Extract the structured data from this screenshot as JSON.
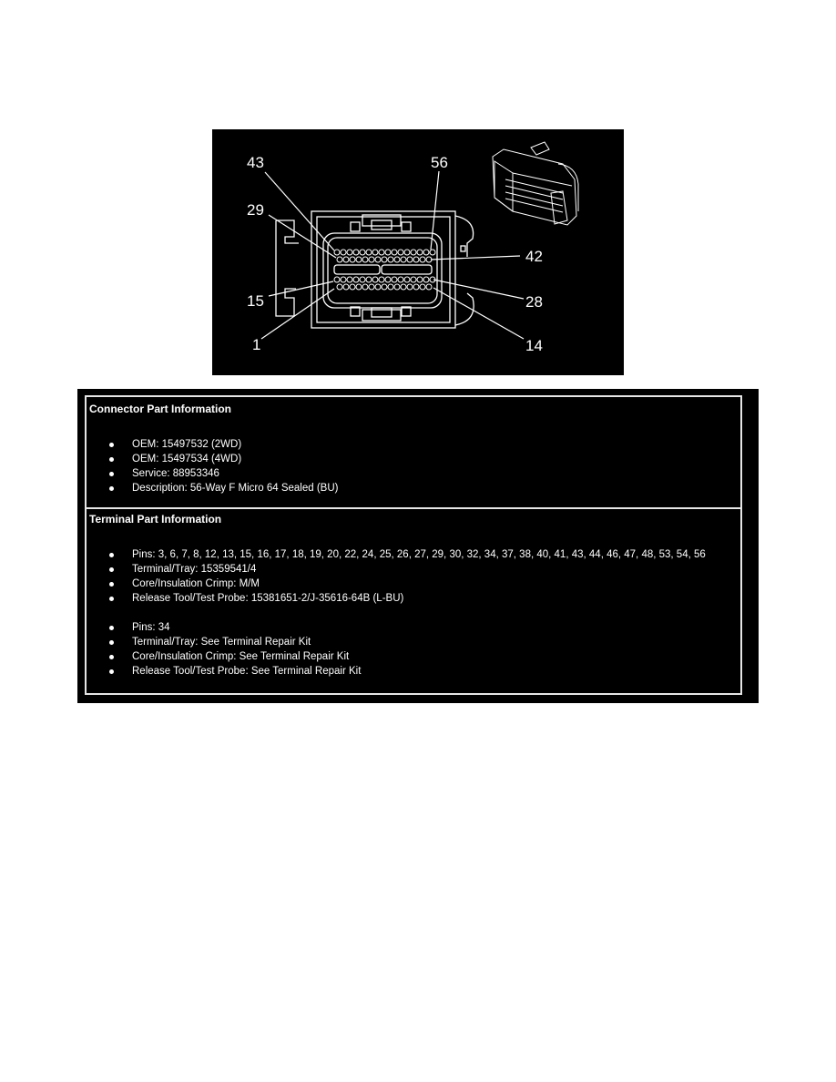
{
  "figure": {
    "pin_labels": {
      "p43": "43",
      "p56": "56",
      "p29": "29",
      "p42": "42",
      "p15": "15",
      "p28": "28",
      "p1": "1",
      "p14": "14"
    }
  },
  "connector_info": {
    "title": "Connector Part Information",
    "items": [
      "OEM: 15497532 (2WD)",
      "OEM: 15497534 (4WD)",
      "Service: 88953346",
      "Description: 56-Way F Micro 64 Sealed (BU)"
    ]
  },
  "terminal_info": {
    "title": "Terminal Part Information",
    "group1": [
      "Pins: 3, 6, 7, 8, 12, 13, 15, 16, 17, 18, 19, 20, 22, 24, 25, 26, 27, 29, 30, 32, 34, 37, 38, 40, 41, 43, 44, 46, 47, 48, 53, 54, 56",
      "Terminal/Tray: 15359541/4",
      "Core/Insulation Crimp: M/M",
      "Release Tool/Test Probe: 15381651-2/J-35616-64B (L-BU)"
    ],
    "group2": [
      "Pins: 34",
      "Terminal/Tray: See Terminal Repair Kit",
      "Core/Insulation Crimp: See Terminal Repair Kit",
      "Release Tool/Test Probe: See Terminal Repair Kit"
    ]
  }
}
